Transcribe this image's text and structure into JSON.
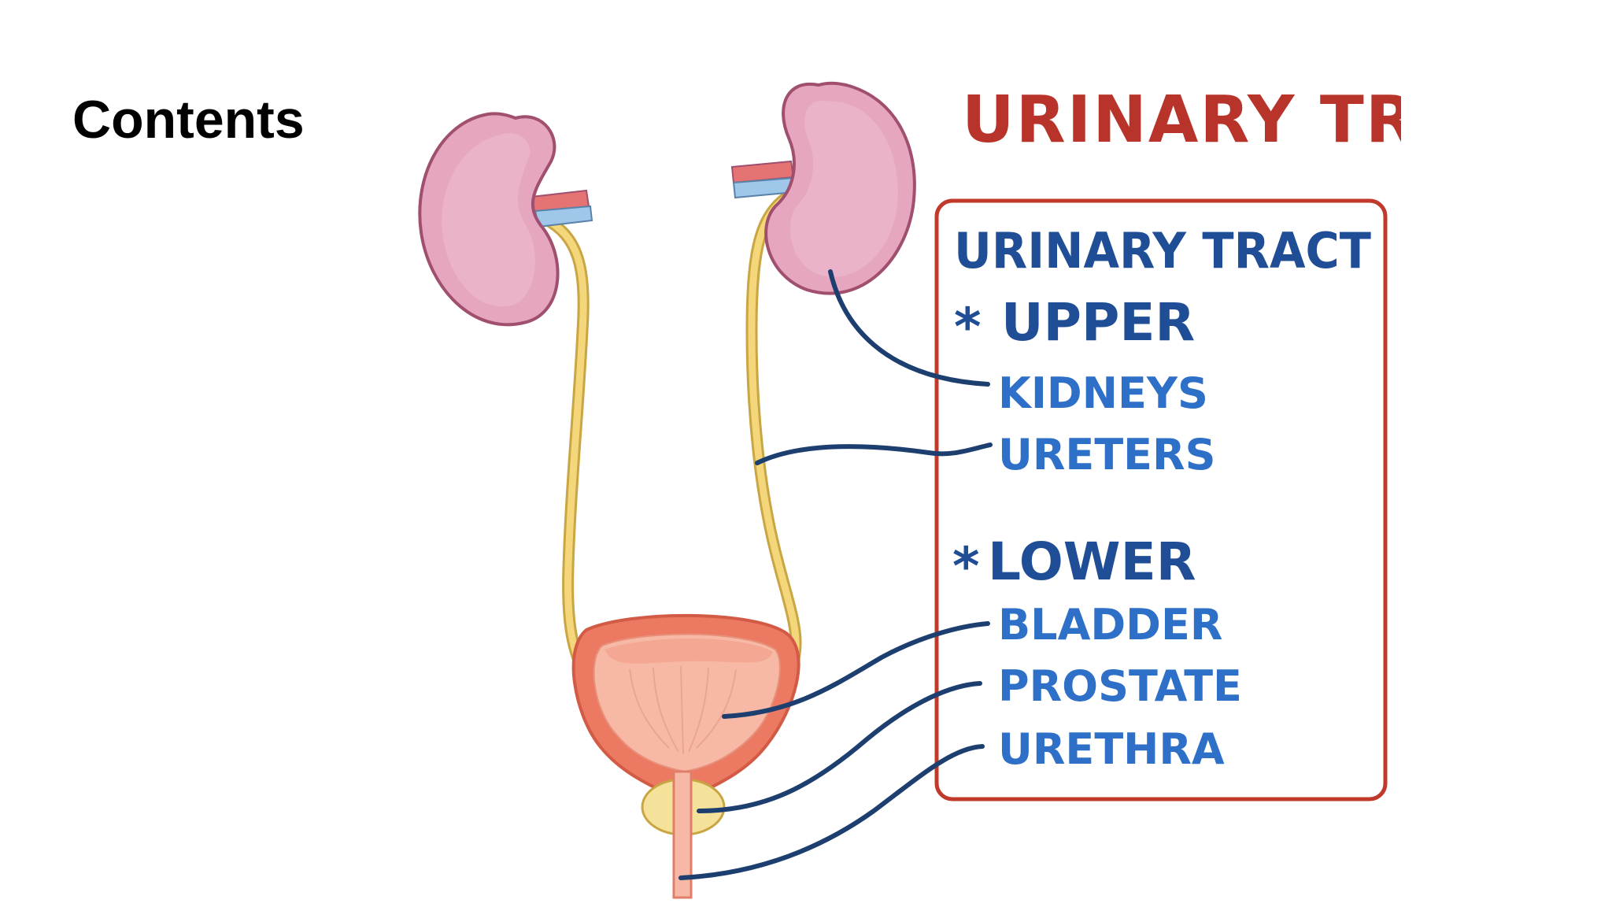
{
  "slide": {
    "title": "Contents"
  },
  "diagram": {
    "banner": "URINARY TRAC",
    "box_title": "URINARY TRACT",
    "upper": {
      "marker": "*",
      "heading": "UPPER",
      "items": [
        "KIDNEYS",
        "URETERS"
      ]
    },
    "lower": {
      "marker": "*",
      "heading": "LOWER",
      "items": [
        "BLADDER",
        "PROSTATE",
        "URETHRA"
      ]
    }
  },
  "colors": {
    "banner": "#b8342a",
    "box_border": "#c0392b",
    "heading_blue": "#1f4e96",
    "item_blue": "#2e6fc7",
    "leader_line": "#1d3f70",
    "kidney_fill": "#e6a6c0",
    "kidney_stroke": "#a0506e",
    "ureter": "#f3d77a",
    "bladder_outer": "#ec7a63",
    "bladder_inner": "#f7b9a6",
    "prostate": "#f5e29a"
  }
}
